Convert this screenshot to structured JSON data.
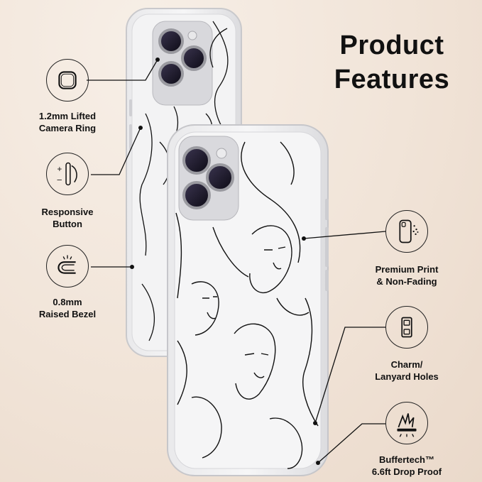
{
  "title": {
    "line1": "Product",
    "line2": "Features"
  },
  "features": {
    "camera_ring": {
      "line1": "1.2mm Lifted",
      "line2": "Camera Ring",
      "icon": "camera-ring-icon"
    },
    "responsive_button": {
      "line1": "Responsive",
      "line2": "Button",
      "icon": "button-icon"
    },
    "raised_bezel": {
      "line1": "0.8mm",
      "line2": "Raised Bezel",
      "icon": "bezel-icon"
    },
    "premium_print": {
      "line1": "Premium Print",
      "line2": "& Non-Fading",
      "icon": "print-icon"
    },
    "lanyard_holes": {
      "line1": "Charm/",
      "line2": "Lanyard Holes",
      "icon": "lanyard-icon"
    },
    "drop_proof": {
      "line1": "Buffertech™",
      "line2": "6.6ft Drop Proof",
      "icon": "impact-icon"
    }
  },
  "colors": {
    "accent": "#111111",
    "background": "#f1e4d8"
  }
}
